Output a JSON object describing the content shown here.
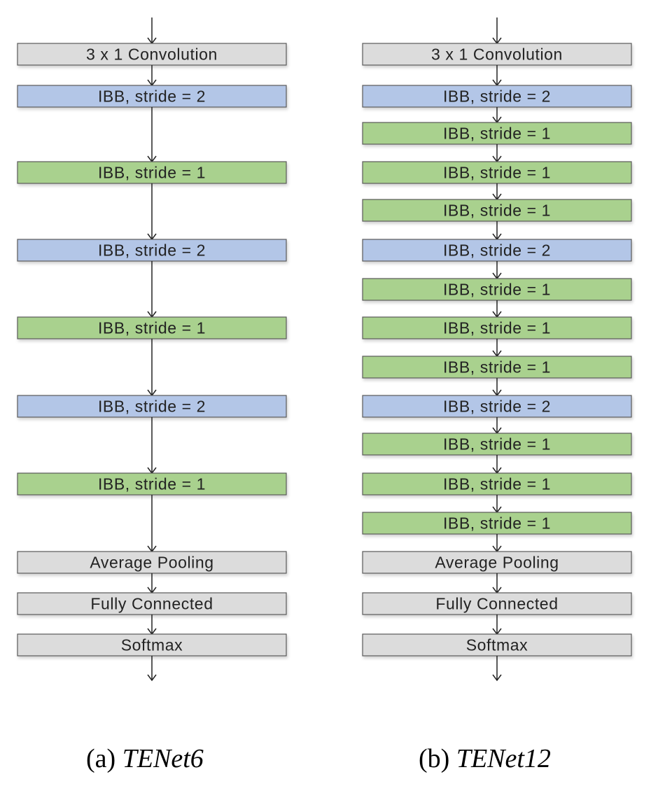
{
  "colors": {
    "gray": "#dcdcdc",
    "blue": "#b3c6e7",
    "green": "#a9d18e",
    "border": "#5a5a5a",
    "arrow": "#222222"
  },
  "panels": [
    {
      "id": "tenet6",
      "caption_prefix": "(a)",
      "caption_name": "TENet6",
      "blocks": [
        {
          "label": "3 x 1 Convolution",
          "color": "gray"
        },
        {
          "label": "IBB, stride = 2",
          "color": "blue"
        },
        {
          "label": "IBB, stride = 1",
          "color": "green"
        },
        {
          "label": "IBB, stride = 2",
          "color": "blue"
        },
        {
          "label": "IBB, stride = 1",
          "color": "green"
        },
        {
          "label": "IBB, stride = 2",
          "color": "blue"
        },
        {
          "label": "IBB, stride = 1",
          "color": "green"
        },
        {
          "label": "Average Pooling",
          "color": "gray"
        },
        {
          "label": "Fully Connected",
          "color": "gray"
        },
        {
          "label": "Softmax",
          "color": "gray"
        }
      ]
    },
    {
      "id": "tenet12",
      "caption_prefix": "(b)",
      "caption_name": "TENet12",
      "blocks": [
        {
          "label": "3 x 1 Convolution",
          "color": "gray"
        },
        {
          "label": "IBB, stride = 2",
          "color": "blue"
        },
        {
          "label": "IBB, stride = 1",
          "color": "green"
        },
        {
          "label": "IBB, stride = 1",
          "color": "green"
        },
        {
          "label": "IBB, stride = 1",
          "color": "green"
        },
        {
          "label": "IBB, stride = 2",
          "color": "blue"
        },
        {
          "label": "IBB, stride = 1",
          "color": "green"
        },
        {
          "label": "IBB, stride = 1",
          "color": "green"
        },
        {
          "label": "IBB, stride = 1",
          "color": "green"
        },
        {
          "label": "IBB, stride = 2",
          "color": "blue"
        },
        {
          "label": "IBB, stride = 1",
          "color": "green"
        },
        {
          "label": "IBB, stride = 1",
          "color": "green"
        },
        {
          "label": "IBB, stride = 1",
          "color": "green"
        },
        {
          "label": "Average Pooling",
          "color": "gray"
        },
        {
          "label": "Fully Connected",
          "color": "gray"
        },
        {
          "label": "Softmax",
          "color": "gray"
        }
      ]
    }
  ]
}
